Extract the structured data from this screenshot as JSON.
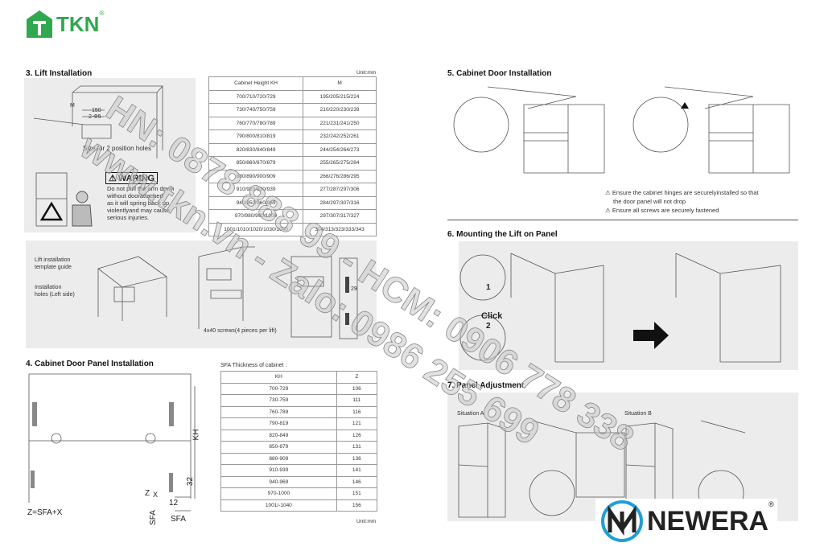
{
  "logo": {
    "text": "TKN",
    "mark": "®",
    "color": "#2fa84f"
  },
  "brand": {
    "text": "NEWERA",
    "mark": "®",
    "accent": "#1f9fd6"
  },
  "watermark": [
    "HN: 0878 888 99 - HCM: 0906 778 338",
    "www.tkn.vn - Zalo: 0986 255 699"
  ],
  "section3": {
    "title": "3. Lift Installation",
    "unit": "Unit:mm",
    "holes_note": "Size for 2 position holes",
    "dim_150": "150",
    "dim_hole": "2-Φ5",
    "dim_m": "M",
    "warning": {
      "title": "WARING",
      "text": [
        "Do not pull the arm down",
        "without doorattached",
        "as it will spring back up",
        "violentlyand may cause",
        "serious injuries."
      ]
    },
    "table": {
      "headers": [
        "Cabinet Height KH",
        "M"
      ],
      "rows": [
        [
          "700/710/720/729",
          "195/205/215/224"
        ],
        [
          "730/740/750/759",
          "210/220/230/239"
        ],
        [
          "760/770/780/789",
          "221/231/241/250"
        ],
        [
          "790/800/810/819",
          "232/242/252/261"
        ],
        [
          "820/830/840/849",
          "244/254/264/273"
        ],
        [
          "850/860/870/879",
          "255/265/275/284"
        ],
        [
          "880/890/900/909",
          "266/276/286/295"
        ],
        [
          "910/920/930/939",
          "277/287/297/306"
        ],
        [
          "940/950/960/969",
          "284/297/307/316"
        ],
        [
          "970/980/990/1000",
          "297/307/317/327"
        ],
        [
          "1001/1010/1020/1030/1040",
          "304/313/323/333/343"
        ]
      ]
    },
    "template_label": [
      "Lift installation",
      "template guide"
    ],
    "holes_label": [
      "Installation",
      "holes (Left side)"
    ],
    "screws_label": "4x40 screws(4 pieces per lift)",
    "dim_29": "29"
  },
  "section4": {
    "title": "4. Cabinet Door Panel Installation",
    "formula": "Z=SFA+X",
    "kh": "KH",
    "dim_32": "32",
    "dim_12": "12",
    "z": "Z",
    "x": "X",
    "sfa": "SFA",
    "sfa2": "SFA",
    "table_caption": "SFA Thickness of cabinet :",
    "unit": "Unit:mm",
    "table": {
      "headers": [
        "KH",
        "Z"
      ],
      "rows": [
        [
          "700-729",
          "106"
        ],
        [
          "730-759",
          "111"
        ],
        [
          "760-789",
          "116"
        ],
        [
          "790-819",
          "121"
        ],
        [
          "820-849",
          "126"
        ],
        [
          "850-879",
          "131"
        ],
        [
          "880-909",
          "136"
        ],
        [
          "910-939",
          "141"
        ],
        [
          "940-969",
          "146"
        ],
        [
          "970-1000",
          "151"
        ],
        [
          "1001/-1040",
          "156"
        ]
      ]
    }
  },
  "section5": {
    "title": "5. Cabinet Door Installation",
    "notes": [
      "Ensure the cabinet hinges are securelyinstalled so that",
      "the door panel will not drop",
      "Ensure all screws are securely fastened"
    ]
  },
  "section6": {
    "title": "6. Mounting the Lift on Panel",
    "click": "Click",
    "step1": "1",
    "step2": "2"
  },
  "section7": {
    "title": "7. Panel Adjustment",
    "situation_a": "Situation A",
    "situation_b": "Situation B"
  }
}
